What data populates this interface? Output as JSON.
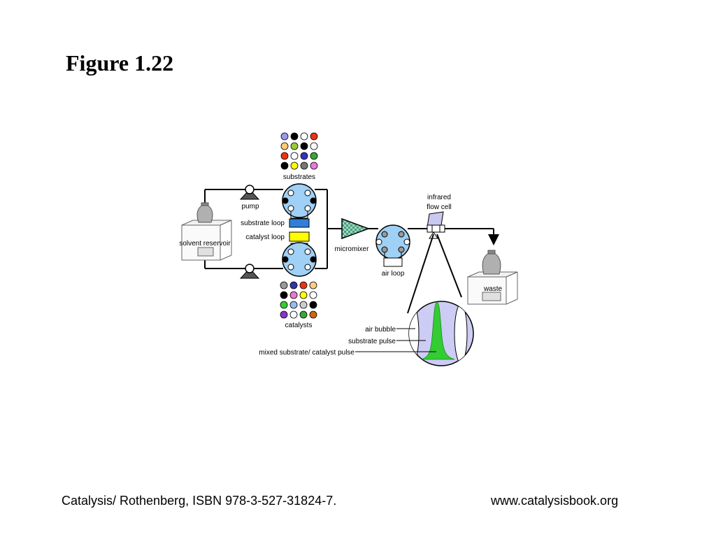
{
  "title": "Figure 1.22",
  "footer": {
    "citation": "Catalysis/ Rothenberg, ISBN 978-3-527-31824-7.",
    "url": "www.catalysisbook.org"
  },
  "labels": {
    "substrates": "substrates",
    "catalysts": "catalysts",
    "pump": "pump",
    "substrate_loop": "substrate loop",
    "catalyst_loop": "catalyst loop",
    "solvent_reservoir": "solvent reservoir",
    "micromixer": "micromixer",
    "air_loop": "air loop",
    "infrared_line1": "infrared",
    "infrared_line2": "flow cell",
    "waste": "waste",
    "air_bubble": "air bubble",
    "substrate_pulse": "substrate pulse",
    "mixed_pulse": "mixed substrate/ catalyst pulse"
  },
  "colors": {
    "valve_fill": "#9fd0f5",
    "substrate_loop": "#2f7fd8",
    "catalyst_loop": "#ffff00",
    "flow_cell_fill": "#c8c8f0",
    "bubble_fill": "#ccccf5",
    "pulse_green": "#33cc33",
    "mixer_a": "#4aa84a",
    "mixer_b": "#9fd0f5"
  },
  "substrate_grid": [
    [
      "#9999ee",
      "#000000",
      "#ffffff",
      "#ee3311"
    ],
    [
      "#ffcc77",
      "#99cc33",
      "#000000",
      "#ffffff"
    ],
    [
      "#ee3311",
      "#ffffff",
      "#3333bb",
      "#33aa33"
    ],
    [
      "#000000",
      "#ffff00",
      "#777777",
      "#ee77dd"
    ]
  ],
  "catalyst_grid": [
    [
      "#999999",
      "#3333aa",
      "#ee3311",
      "#ffcc88"
    ],
    [
      "#000000",
      "#ee77cc",
      "#ffff00",
      "#ffffff"
    ],
    [
      "#33cc33",
      "#99bbee",
      "#cccccc",
      "#000000"
    ],
    [
      "#8833cc",
      "#ffffff",
      "#33aa33",
      "#cc6611"
    ]
  ]
}
